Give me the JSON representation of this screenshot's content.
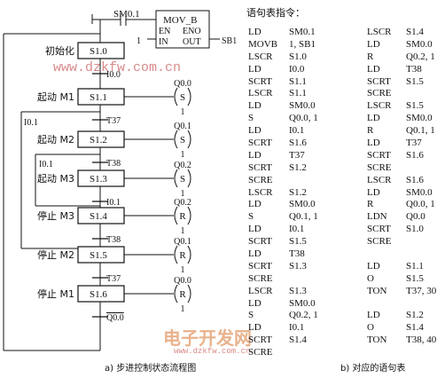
{
  "left_diagram": {
    "sm01_contact": "SM0.1",
    "mov_block": {
      "title": "MOV_B",
      "en": "EN",
      "eno": "ENO",
      "in": "IN",
      "out": "OUT",
      "in_value": "1",
      "out_value": "SB1"
    },
    "steps": [
      {
        "label": "初始化",
        "step": "S1.0",
        "transition": "I0.0"
      },
      {
        "label": "起动 M1",
        "step": "S1.1",
        "output": "Q0.0",
        "action": "S",
        "count": "1",
        "transition": "T37"
      },
      {
        "label": "起动 M2",
        "step": "S1.2",
        "output": "Q0.1",
        "action": "S",
        "count": "1",
        "transition": "T38"
      },
      {
        "label": "起动 M3",
        "step": "S1.3",
        "output": "Q0.2",
        "action": "S",
        "count": "1",
        "transition": "I0.1"
      },
      {
        "label": "停止 M3",
        "step": "S1.4",
        "output": "Q0.2",
        "action": "R",
        "count": "1",
        "transition": "T38"
      },
      {
        "label": "停止 M2",
        "step": "S1.5",
        "output": "Q0.1",
        "action": "R",
        "count": "1",
        "transition": "T37"
      },
      {
        "label": "停止 M1",
        "step": "S1.6",
        "output": "Q0.0",
        "action": "R",
        "count": "1",
        "transition": "Q0.0"
      }
    ],
    "branch_labels": [
      "I0.1",
      "I0.1"
    ],
    "watermark": "www.dzkfw.com.cn",
    "caption": "a) 步进控制状态流程图"
  },
  "right_listing": {
    "header": "语句表指令：",
    "column1": [
      [
        "LD",
        "SM0.1"
      ],
      [
        "MOVB",
        "1, SB1"
      ],
      [
        "LSCR",
        "S1.0"
      ],
      [
        "LD",
        "I0.0"
      ],
      [
        "SCRT",
        "S1.1"
      ],
      [
        "LSCR",
        "S1.1"
      ],
      [
        "LD",
        "SM0.0"
      ],
      [
        "S",
        "Q0.0, 1"
      ],
      [
        "LD",
        "I0.1"
      ],
      [
        "SCRT",
        "S1.6"
      ],
      [
        "LD",
        "T37"
      ],
      [
        "SCRT",
        "S1.2"
      ],
      [
        "SCRE",
        ""
      ],
      [
        "LSCR",
        "S1.2"
      ],
      [
        "LD",
        "SM0.0"
      ],
      [
        "S",
        "Q0.1, 1"
      ],
      [
        "LD",
        "I0.1"
      ],
      [
        "SCRT",
        "S1.5"
      ],
      [
        "LD",
        "T38"
      ],
      [
        "SCRT",
        "S1.3"
      ],
      [
        "SCRE",
        ""
      ],
      [
        "LSCR",
        "S1.3"
      ],
      [
        "LD",
        "SM0.0"
      ],
      [
        "S",
        "Q0.2, 1"
      ],
      [
        "LD",
        "I0.1"
      ],
      [
        "SCRT",
        "S1.4"
      ],
      [
        "SCRE",
        ""
      ]
    ],
    "column2": [
      [
        "LSCR",
        "S1.4"
      ],
      [
        "LD",
        "SM0.0"
      ],
      [
        "R",
        "Q0.2, 1"
      ],
      [
        "LD",
        "T38"
      ],
      [
        "SCRT",
        "S1.5"
      ],
      [
        "SCRE",
        ""
      ],
      [
        "LSCR",
        "S1.5"
      ],
      [
        "LD",
        "SM0.0"
      ],
      [
        "R",
        "Q0.1, 1"
      ],
      [
        "LD",
        "T37"
      ],
      [
        "SCRT",
        "S1.6"
      ],
      [
        "SCRE",
        ""
      ],
      [
        "LSCR",
        "S1.6"
      ],
      [
        "LD",
        "SM0.0"
      ],
      [
        "R",
        "Q0.0, 1"
      ],
      [
        "LDN",
        "Q0.0"
      ],
      [
        "SCRT",
        "S1.0"
      ],
      [
        "SCRE",
        ""
      ],
      [
        "",
        ""
      ],
      [
        "LD",
        "S1.1"
      ],
      [
        "O",
        "S1.5"
      ],
      [
        "TON",
        "T37, 30"
      ],
      [
        "",
        ""
      ],
      [
        "LD",
        "S1.2"
      ],
      [
        "O",
        "S1.4"
      ],
      [
        "TON",
        "T38, 40"
      ]
    ],
    "watermark_big": "电子开发网",
    "watermark_url": "www.dzkfw.com.cn",
    "caption": "b) 对应的语句表"
  }
}
